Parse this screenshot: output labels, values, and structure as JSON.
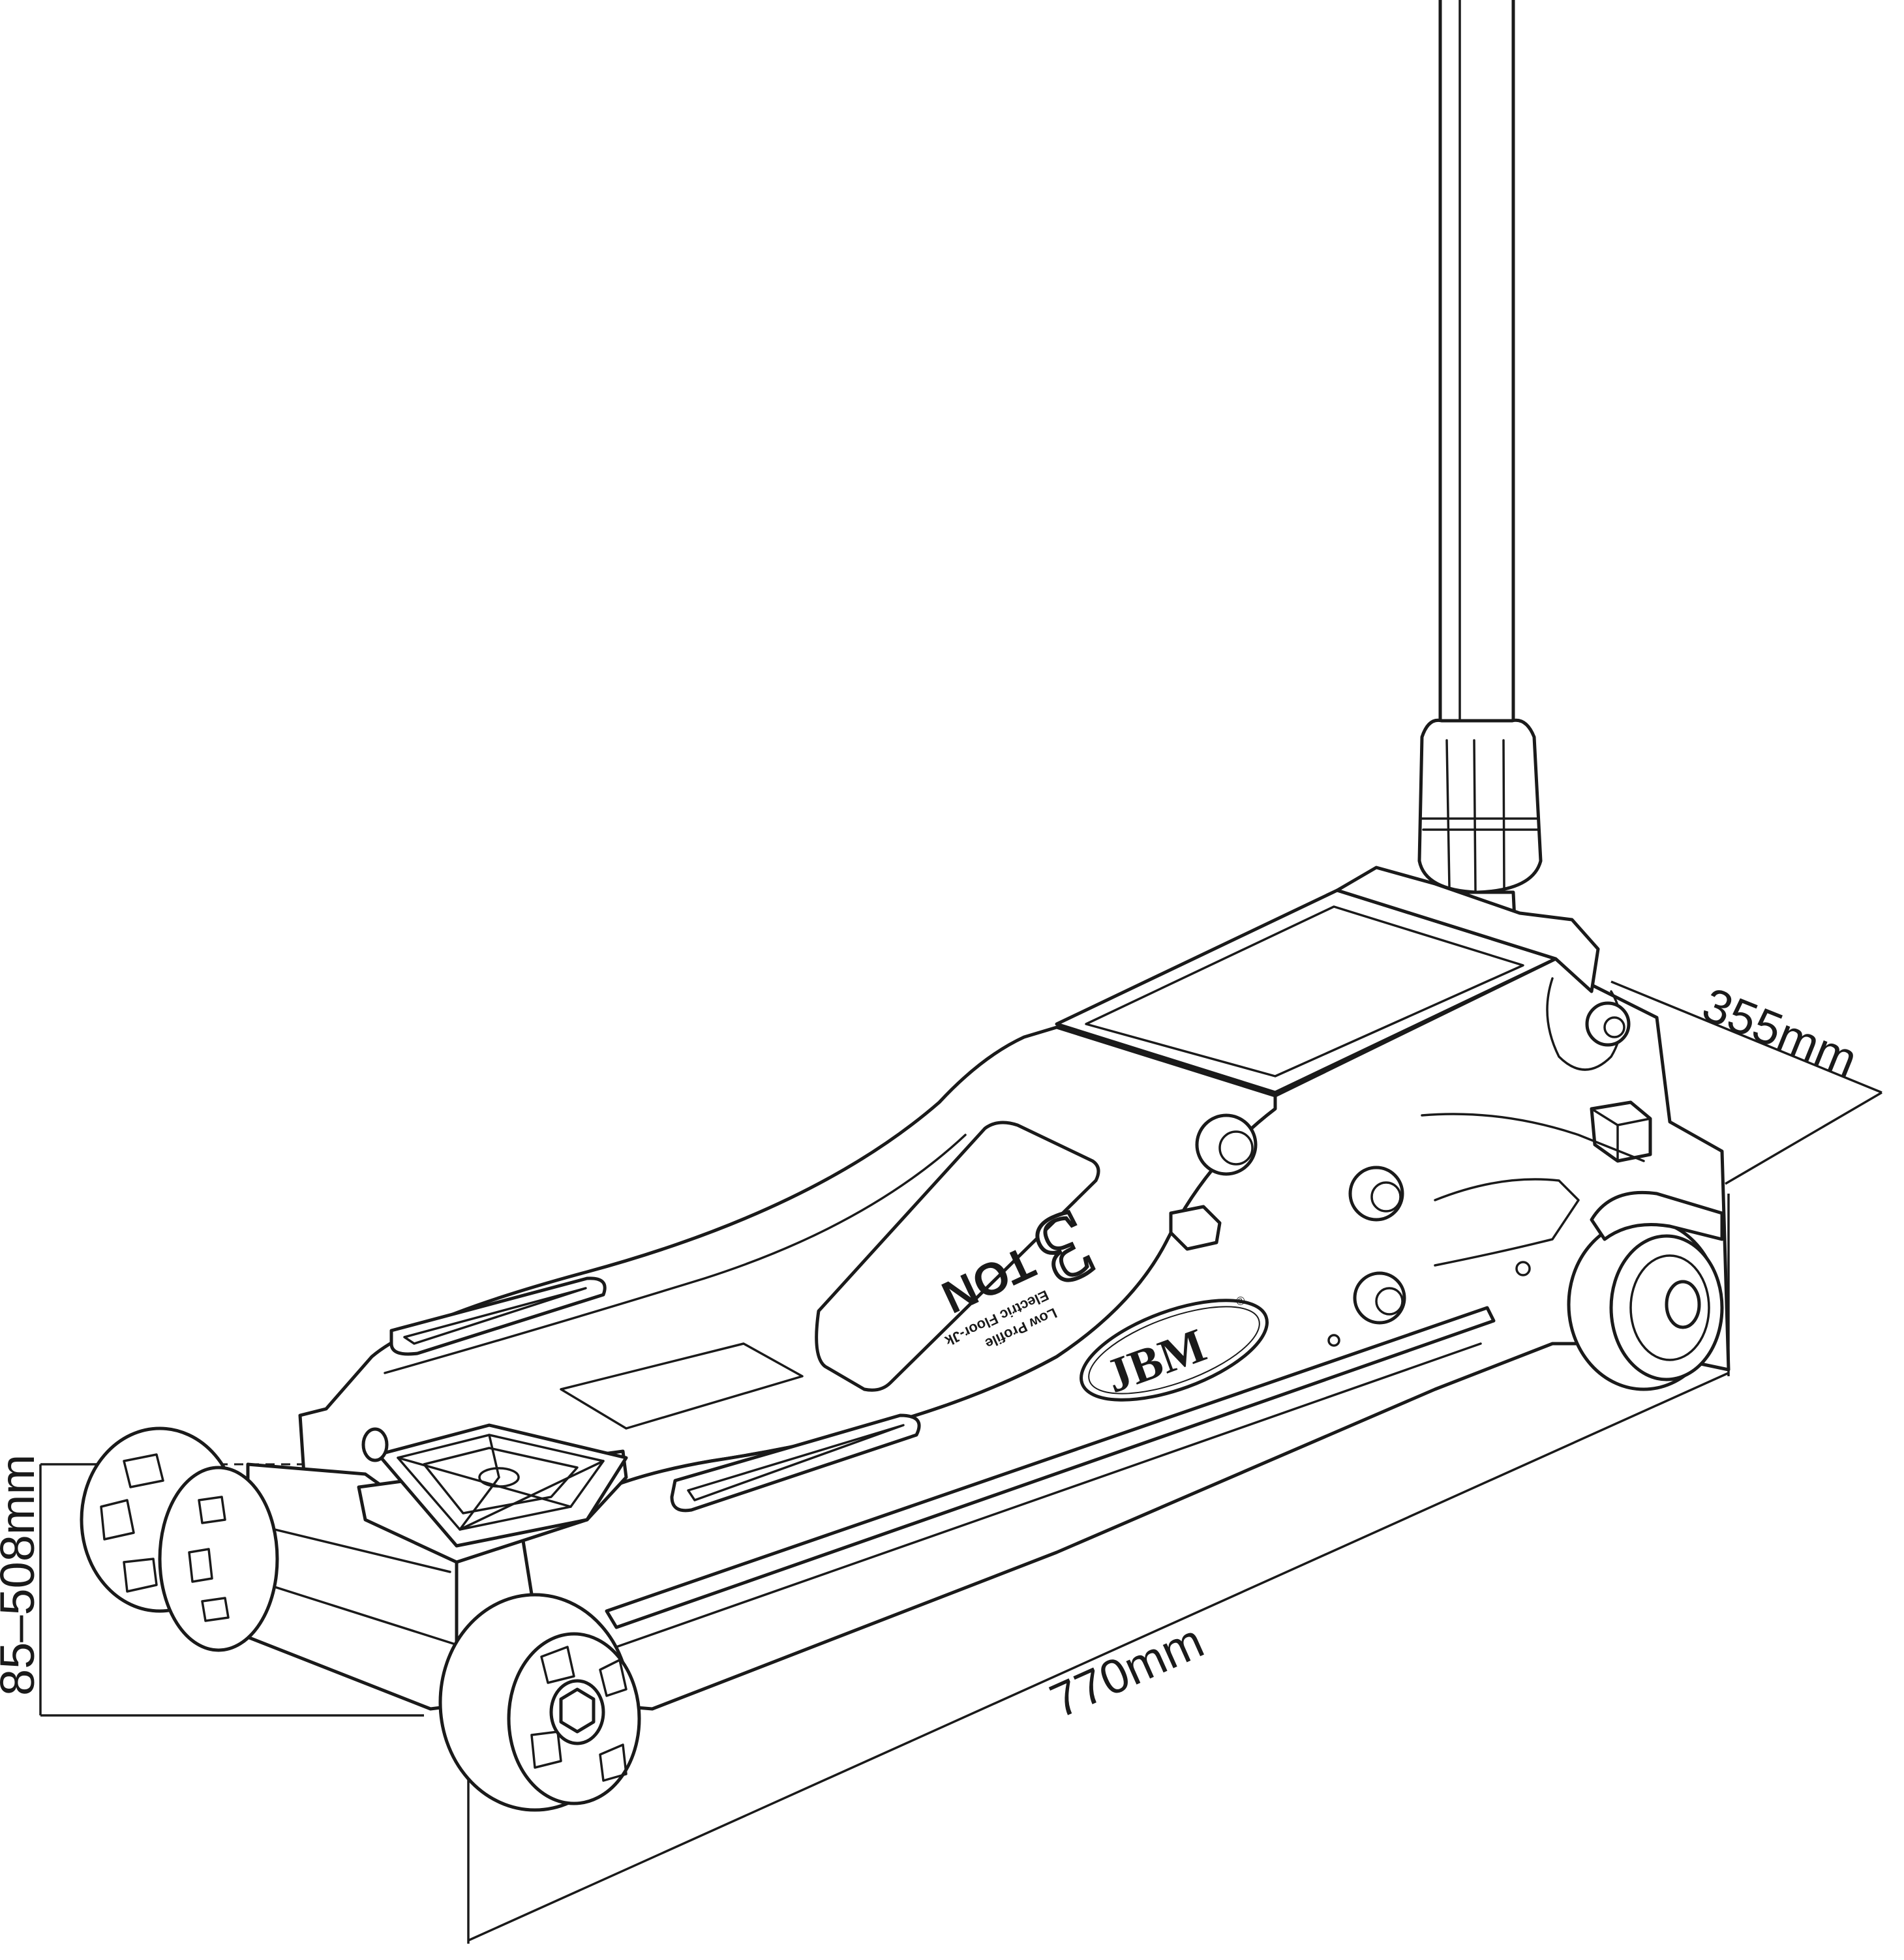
{
  "dimensions": {
    "width_label": "355mm",
    "length_label": "770mm",
    "height_label": "85–508mm"
  },
  "brand": {
    "logo": "JBM",
    "registered_mark": "®"
  },
  "capacity_plate": {
    "number": "3",
    "unit": "TON",
    "line1": "Electric Floor-Jk",
    "line2": "Low Profile"
  }
}
